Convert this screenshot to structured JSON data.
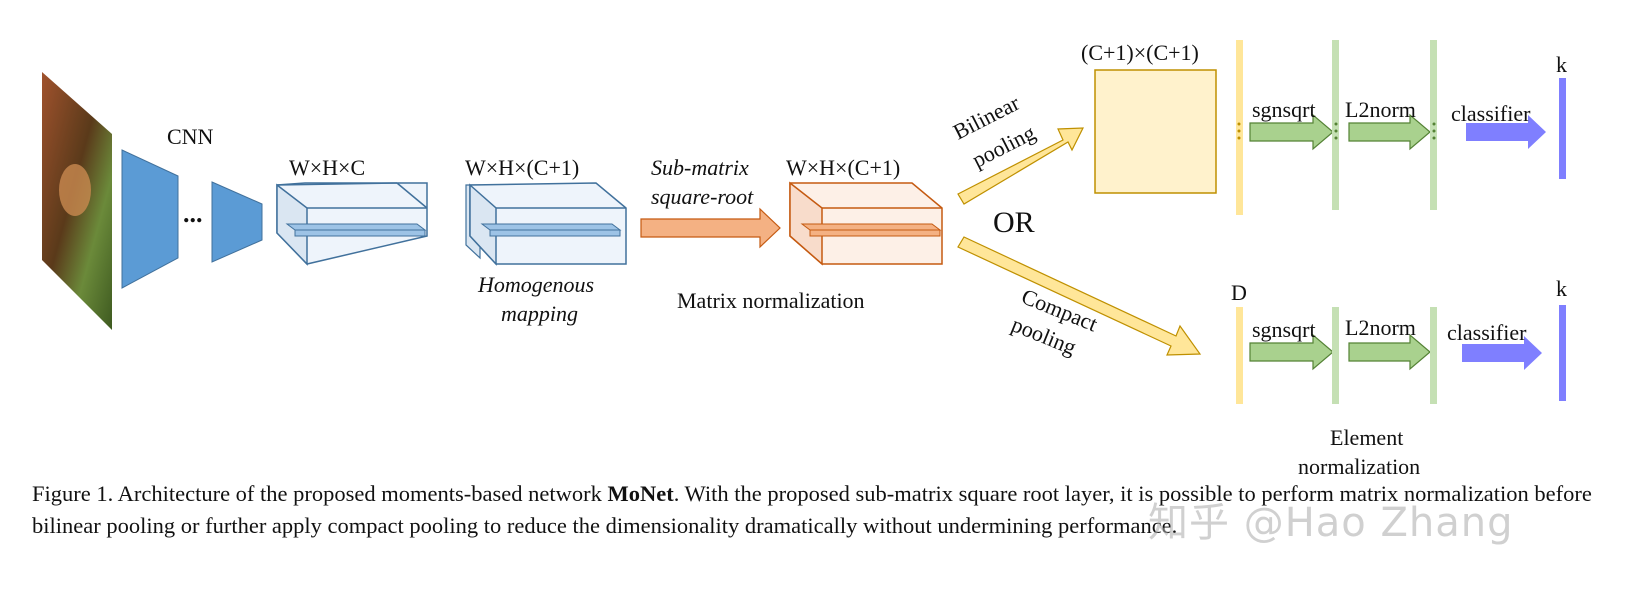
{
  "labels": {
    "cnn": "CNN",
    "dots": "...",
    "whc": "W×H×C",
    "whc1_a": "W×H×(C+1)",
    "homog_1": "Homogenous",
    "homog_2": "mapping",
    "submatrix_1": "Sub-matrix",
    "submatrix_2": "square-root",
    "whc1_b": "W×H×(C+1)",
    "matrix_norm": "Matrix normalization",
    "bilinear_1": "Bilinear",
    "bilinear_2": "pooling",
    "or": "OR",
    "compact_1": "Compact",
    "compact_2": "pooling",
    "c1c1": "(C+1)×(C+1)",
    "d": "D",
    "k_top": "k",
    "k_bottom": "k",
    "sgnsqrt_top": "sgnsqrt",
    "l2norm_top": "L2norm",
    "classifier_top": "classifier",
    "sgnsqrt_bottom": "sgnsqrt",
    "l2norm_bottom": "L2norm",
    "classifier_bottom": "classifier",
    "element_norm_1": "Element",
    "element_norm_2": "normalization"
  },
  "caption": {
    "prefix": "Figure 1. Architecture of the proposed moments-based network ",
    "bold": "MoNet",
    "suffix": ". With the proposed sub-matrix square root layer, it is possible to perform matrix normalization before bilinear pooling or further apply compact pooling to reduce the dimensionality dramatically without undermining performance."
  },
  "watermark": "知乎 @Hao Zhang",
  "colors": {
    "cnn_blue": "#5b9bd5",
    "orange": "#f4b183",
    "yellow": "#ffe699",
    "green": "#a9d18e",
    "classifier_blue": "#7f7fff"
  }
}
